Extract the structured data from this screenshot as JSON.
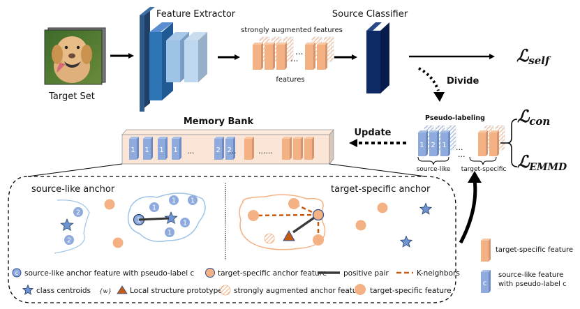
{
  "colors": {
    "orange": "#F4B183",
    "orange_dark": "#D49670",
    "orange_line": "#C55A11",
    "blue_feat": "#8FAADC",
    "blue_feat_dark": "#6D8BC4",
    "blue_point": "#8FAADC",
    "star": "#6F93D2",
    "triangle": "#C55A11",
    "navy": "#0E2A66",
    "memory_bg": "#FBE5D6"
  },
  "top": {
    "target_set_label": "Target Set",
    "feature_extractor_label": "Feature Extractor",
    "strongly_augmented_label": "strongly augmented features",
    "features_label": "features",
    "source_classifier_label": "Source Classifier",
    "divide_label": "Divide"
  },
  "losses": {
    "self": {
      "main": "ℒ",
      "sub": "self"
    },
    "con": {
      "main": "ℒ",
      "sub": "con"
    },
    "emmd": {
      "main": "ℒ",
      "sub": "EMMD"
    }
  },
  "pseudo": {
    "title": "Pseudo-labeling",
    "source_like_labels": [
      "1",
      "2",
      "1"
    ],
    "source_like_caption": "source-like",
    "target_specific_caption": "target-specific"
  },
  "memory_bank": {
    "title": "Memory Bank",
    "update_label": "Update",
    "blue_labels": [
      "1",
      "1",
      "1",
      "1",
      "2",
      "2"
    ],
    "ellipsis_short": "...",
    "ellipsis_long": "......"
  },
  "zoom_panel": {
    "source_anchor_title": "source-like anchor",
    "target_anchor_title": "target-specific anchor",
    "cluster1_label": "1",
    "cluster2_label": "2"
  },
  "legend": {
    "row1": [
      {
        "icon": "blue-circle-c",
        "glyph": "c",
        "text": "source-like anchor feature with pseudo-label c"
      },
      {
        "icon": "orange-circle-outlined",
        "text": "target-specific anchor feature"
      },
      {
        "icon": "solid-line",
        "text": "positive pair"
      },
      {
        "icon": "dashed-line",
        "text": "K-neighbors"
      }
    ],
    "row2": [
      {
        "icon": "star",
        "text": "class centroids",
        "math": "{w}"
      },
      {
        "icon": "triangle",
        "text": "Local structure prototype"
      },
      {
        "icon": "hatched-circle",
        "text": "strongly augmented anchor feature"
      },
      {
        "icon": "orange-circle",
        "text": "target-specific feature"
      }
    ]
  },
  "side_legend": {
    "orange_text": "target-specific feature",
    "blue_glyph": "c",
    "blue_text_line1": "source-like feature",
    "blue_text_line2": "with pseudo-label c"
  }
}
